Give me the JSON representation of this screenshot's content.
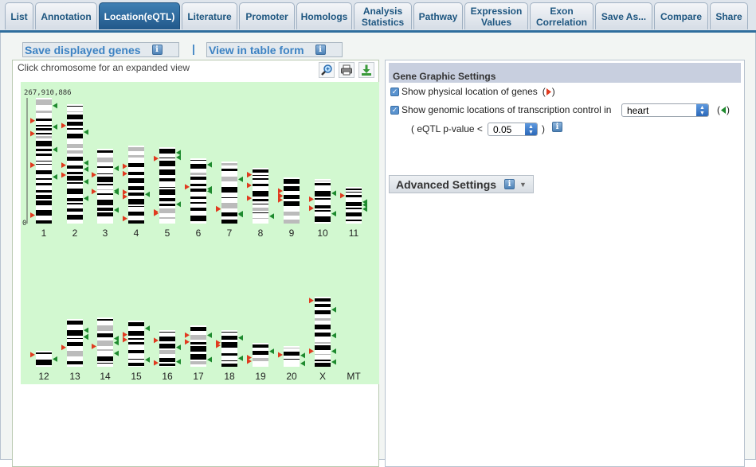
{
  "tabs": [
    {
      "label": "List"
    },
    {
      "label": "Annotation"
    },
    {
      "label": "Location(eQTL)"
    },
    {
      "label": "Literature"
    },
    {
      "label": "Promoter"
    },
    {
      "label": "Homologs"
    },
    {
      "label": "Analysis Statistics"
    },
    {
      "label": "Pathway"
    },
    {
      "label": "Expression Values"
    },
    {
      "label": "Exon Correlation"
    },
    {
      "label": "Save As..."
    },
    {
      "label": "Compare"
    },
    {
      "label": "Share"
    }
  ],
  "active_tab": "Location(eQTL)",
  "toolbar": {
    "save_genes": "Save displayed genes",
    "view_table": "View in table form",
    "separator": "|"
  },
  "left_panel": {
    "hint": "Click chromosome for an expanded view",
    "max_position": "267,910,886",
    "zero_label": "0",
    "chromosomes_row1": [
      "1",
      "2",
      "3",
      "4",
      "5",
      "6",
      "7",
      "8",
      "9",
      "10",
      "11"
    ],
    "chromosomes_row2": [
      "12",
      "13",
      "14",
      "15",
      "16",
      "17",
      "18",
      "19",
      "20",
      "X",
      "MT"
    ]
  },
  "right_panel": {
    "header": "Gene Graphic Settings",
    "show_physical": "Show physical location of genes",
    "show_genomic": "Show genomic locations of transcription control in",
    "tissue_value": "heart",
    "eqtl_label": "( eQTL p-value <",
    "pvalue": "0.05",
    "close_paren": ")",
    "advanced": "Advanced Settings"
  },
  "colors": {
    "accent": "#2f6e9d",
    "link": "#3c82c3",
    "karyogram_bg": "#d2f8d0",
    "physical_marker": "#e03a1f",
    "control_marker": "#1e8a2e"
  }
}
